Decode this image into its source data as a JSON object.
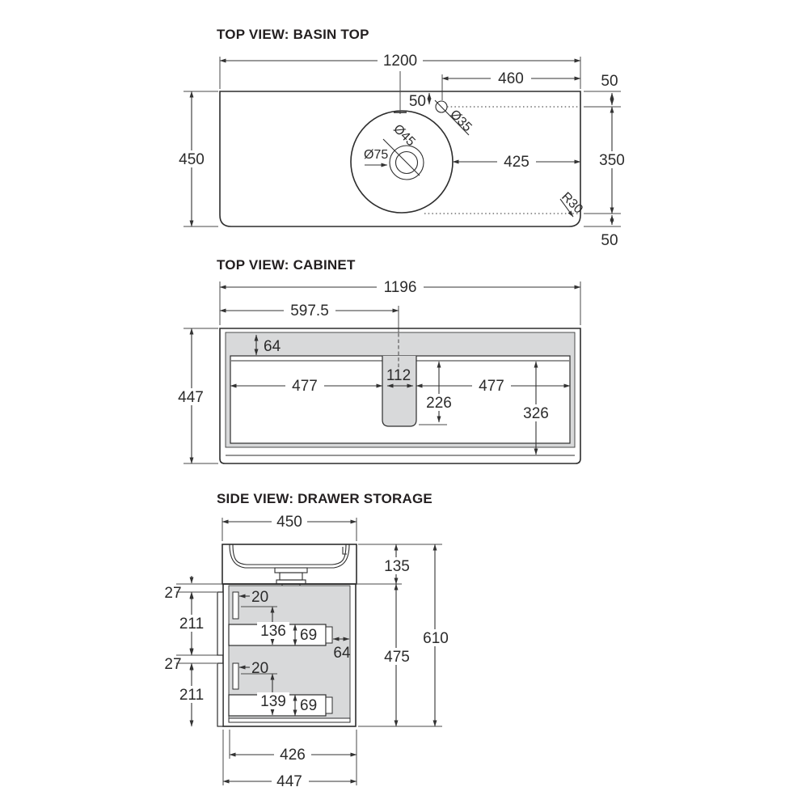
{
  "drawing": {
    "basin": {
      "title": "TOP VIEW: BASIN TOP",
      "d1200": "1200",
      "d460": "460",
      "d50_top_right": "50",
      "d450": "450",
      "d50_center": "50",
      "d425": "425",
      "d350": "350",
      "d50_bottom_right": "50",
      "dia35": "Ø35",
      "dia45": "Ø45",
      "dia75": "Ø75",
      "r30": "R30"
    },
    "cabinet": {
      "title": "TOP VIEW: CABINET",
      "d1196": "1196",
      "d597_5": "597.5",
      "d64": "64",
      "d477_left": "477",
      "d112": "112",
      "d477_right": "477",
      "d226": "226",
      "d326": "326",
      "d447": "447"
    },
    "side": {
      "title": "SIDE VIEW: DRAWER STORAGE",
      "d450": "450",
      "d135": "135",
      "d27_a": "27",
      "d20_a": "20",
      "d211_a": "211",
      "d136": "136",
      "d69_a": "69",
      "d64": "64",
      "d27_b": "27",
      "d20_b": "20",
      "d211_b": "211",
      "d139": "139",
      "d69_b": "69",
      "d475": "475",
      "d610": "610",
      "d426": "426",
      "d447": "447"
    }
  },
  "colors": {
    "line": "#2d2d2d",
    "panel_fill": "#d8d9da",
    "text": "#2b2b2b"
  }
}
